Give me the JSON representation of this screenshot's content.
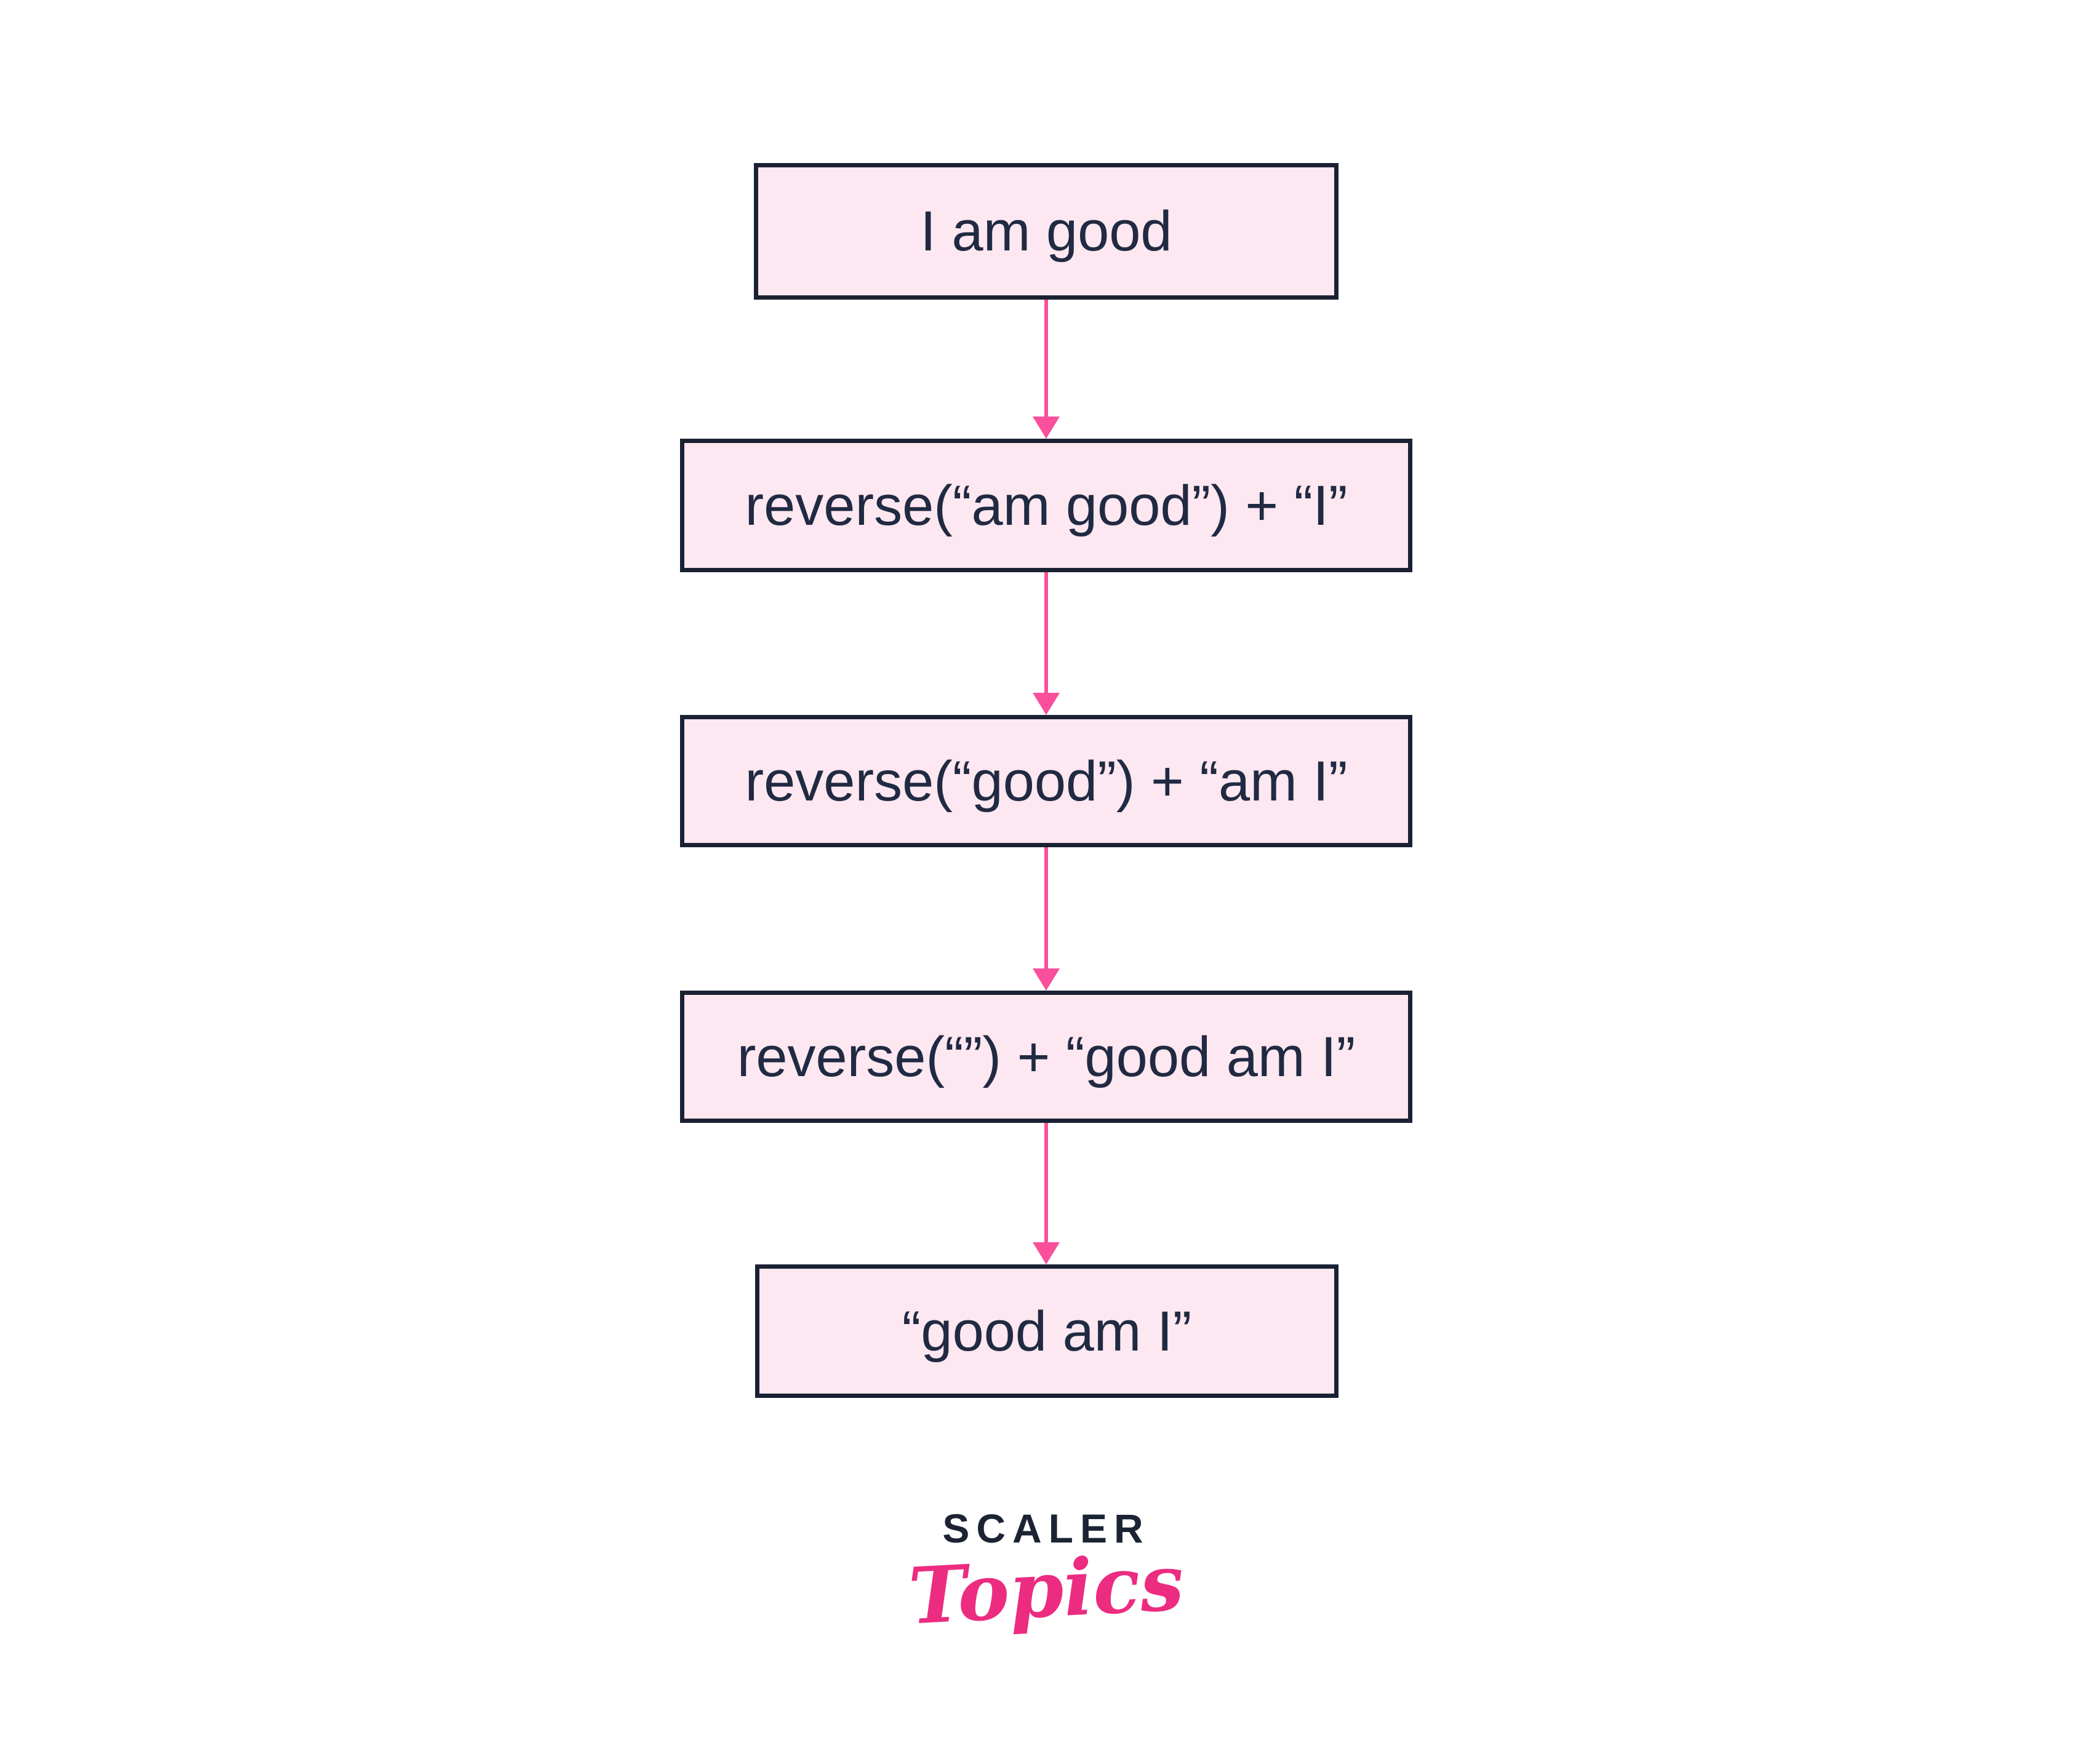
{
  "diagram": {
    "flow": "top-to-bottom",
    "arrow_count": 4,
    "boxes": [
      {
        "label": "I am good"
      },
      {
        "label": "reverse(“am good”) + “I”"
      },
      {
        "label": "reverse(“good”) + “am I”"
      },
      {
        "label": "reverse(“”) + “good am I”"
      },
      {
        "label": "“good am I”"
      }
    ],
    "colors": {
      "box_fill": "#fde7f0",
      "box_border": "#1a2133",
      "text_color": "#202a42",
      "arrow_color": "#fa4f9b",
      "background": "#ffffff",
      "logo_navy": "#1c2333",
      "logo_pink": "#ec2c81"
    }
  },
  "logo": {
    "primary": "SCALER",
    "secondary": "Topics"
  }
}
